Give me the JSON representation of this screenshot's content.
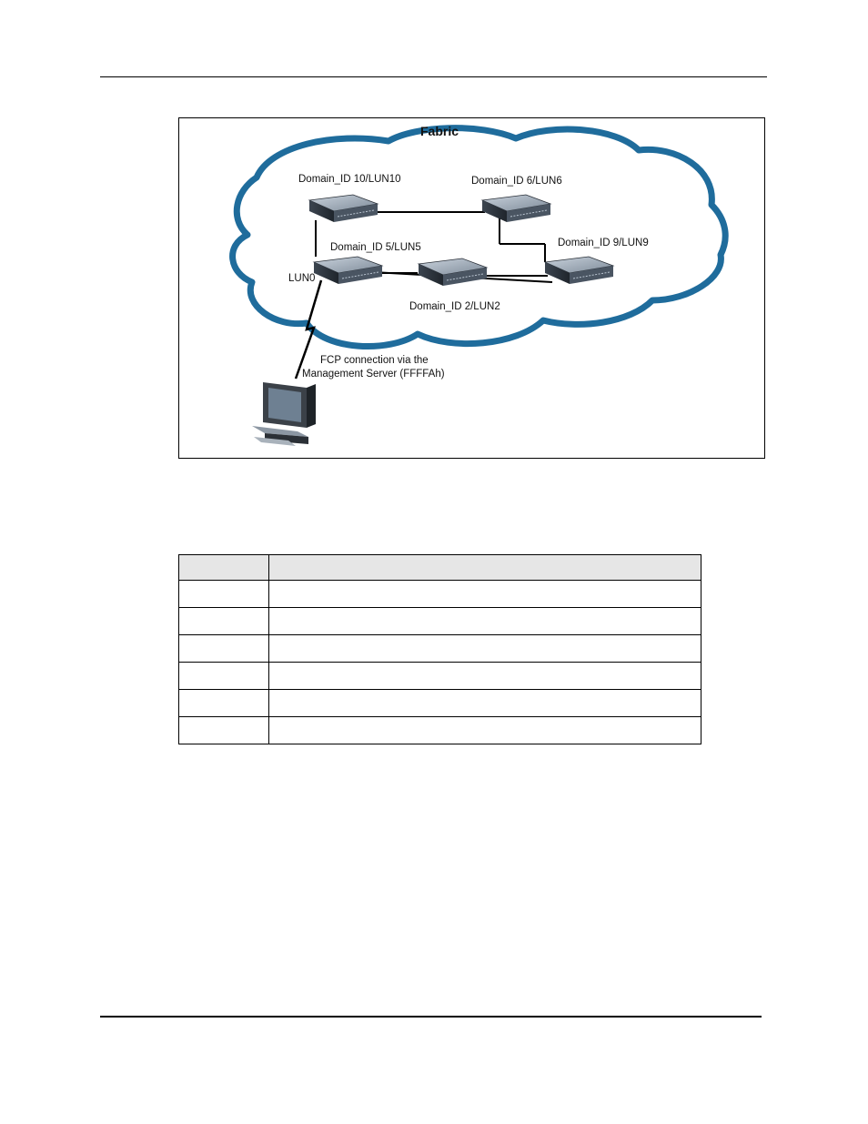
{
  "figure": {
    "fabric_label": "Fabric",
    "switches": [
      {
        "id": "sw10",
        "label": "Domain_ID 10/LUN10"
      },
      {
        "id": "sw6",
        "label": "Domain_ID 6/LUN6"
      },
      {
        "id": "sw5",
        "label": "Domain_ID 5/LUN5"
      },
      {
        "id": "sw9",
        "label": "Domain_ID 9/LUN9"
      },
      {
        "id": "sw2",
        "label": "Domain_ID 2/LUN2"
      }
    ],
    "lun0_label": "LUN0",
    "connection_label_line1": "FCP connection via the",
    "connection_label_line2": "Management Server (FFFFAh)",
    "cloud_color": "#1f6c9c"
  },
  "table": {
    "header": [
      "",
      ""
    ],
    "rows": [
      [
        "",
        ""
      ],
      [
        "",
        ""
      ],
      [
        "",
        ""
      ],
      [
        "",
        ""
      ],
      [
        "",
        ""
      ],
      [
        "",
        ""
      ]
    ]
  }
}
